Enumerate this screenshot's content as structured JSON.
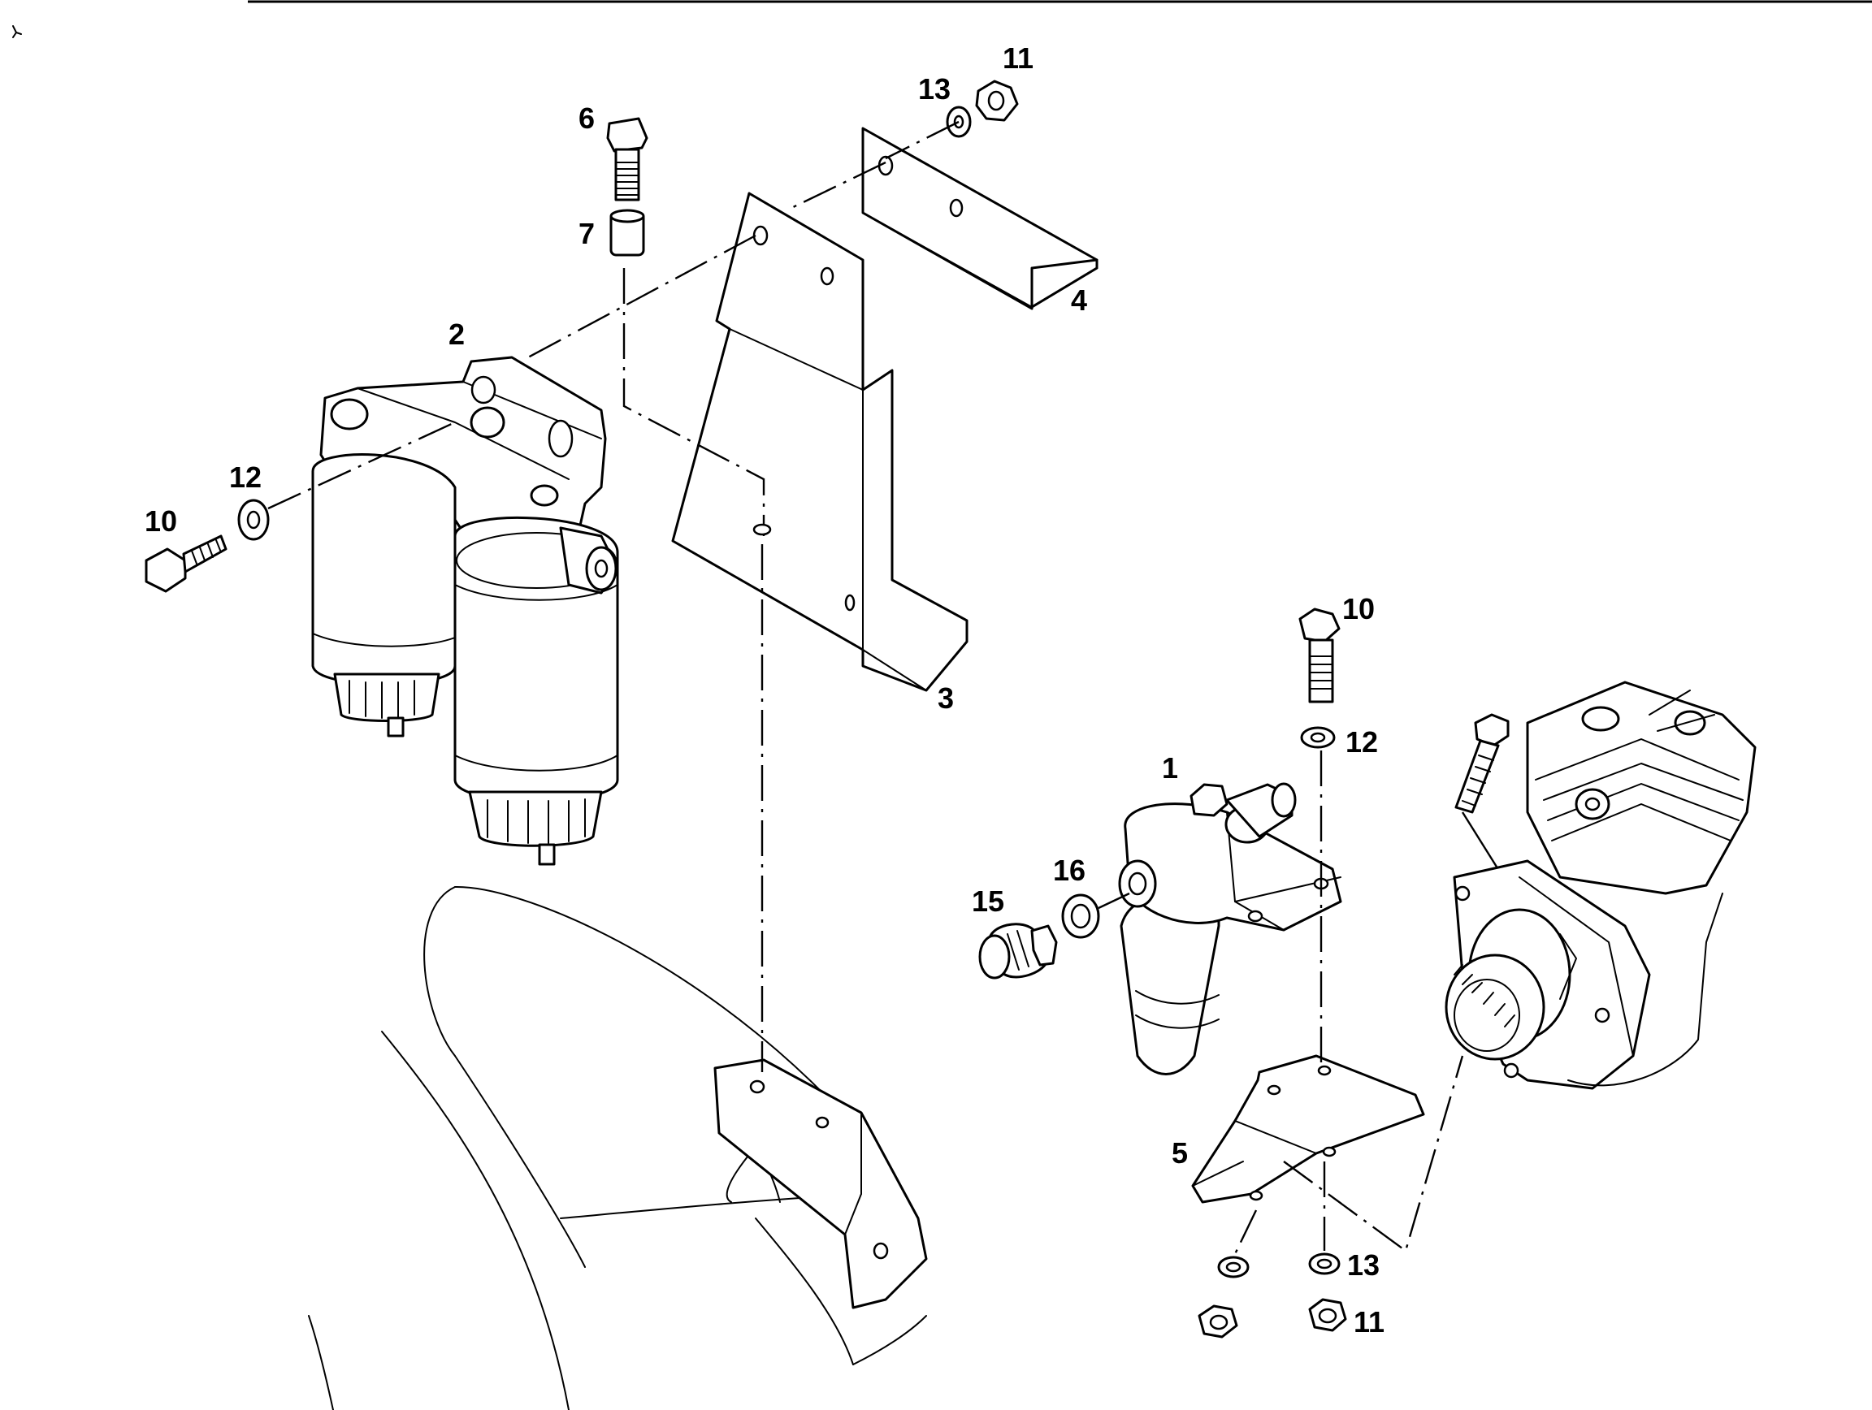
{
  "callouts": {
    "c1": "1",
    "c2": "2",
    "c3": "3",
    "c4": "4",
    "c5": "5",
    "c6": "6",
    "c7": "7",
    "c10_left": "10",
    "c10_right": "10",
    "c11_top": "11",
    "c11_bottom": "11",
    "c12_left": "12",
    "c12_right": "12",
    "c13_top": "13",
    "c13_bottom": "13",
    "c15": "15",
    "c16": "16"
  },
  "colors": {
    "line": "#000000",
    "paper": "#ffffff"
  }
}
